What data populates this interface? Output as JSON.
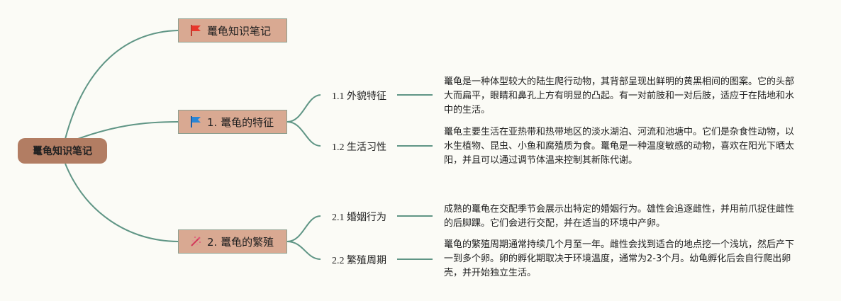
{
  "root": {
    "label": "鼍龟知识笔记"
  },
  "title_node": {
    "label": "鼍龟知识笔记",
    "icon": "red-flag-icon"
  },
  "branches": [
    {
      "label": "1. 鼍龟的特征",
      "icon": "blue-flag-icon",
      "children": [
        {
          "label": "1.1 外貌特征",
          "text": "鼍龟是一种体型较大的陆生爬行动物，其背部呈现出鲜明的黄黑相间的图案。它的头部大而扁平，眼睛和鼻孔上方有明显的凸起。有一对前肢和一对后肢，适应于在陆地和水中的生活。"
        },
        {
          "label": "1.2 生活习性",
          "text": "鼍龟主要生活在亚热带和热带地区的淡水湖泊、河流和池塘中。它们是杂食性动物，以水生植物、昆虫、小鱼和腐殖质为食。鼍龟是一种温度敏感的动物，喜欢在阳光下晒太阳，并且可以通过调节体温来控制其新陈代谢。"
        }
      ]
    },
    {
      "label": "2. 鼍龟的繁殖",
      "icon": "sparkle-icon",
      "children": [
        {
          "label": "2.1 婚姻行为",
          "text": "成熟的鼍龟在交配季节会展示出特定的婚姻行为。雄性会追逐雌性，并用前爪捉住雌性的后脚踝。它们会进行交配，并在适当的环境中产卵。"
        },
        {
          "label": "2.2 繁殖周期",
          "text": "鼍龟的繁殖周期通常持续几个月至一年。雌性会找到适合的地点挖一个浅坑，然后产下一到多个卵。卵的孵化期取决于环境温度，通常为2-3个月。幼龟孵化后会自行爬出卵壳，并开始独立生活。"
        }
      ]
    }
  ],
  "colors": {
    "line": "#5f9585",
    "root": "#b27d63",
    "node": "#d9a992",
    "background": "#fbfbf6"
  }
}
